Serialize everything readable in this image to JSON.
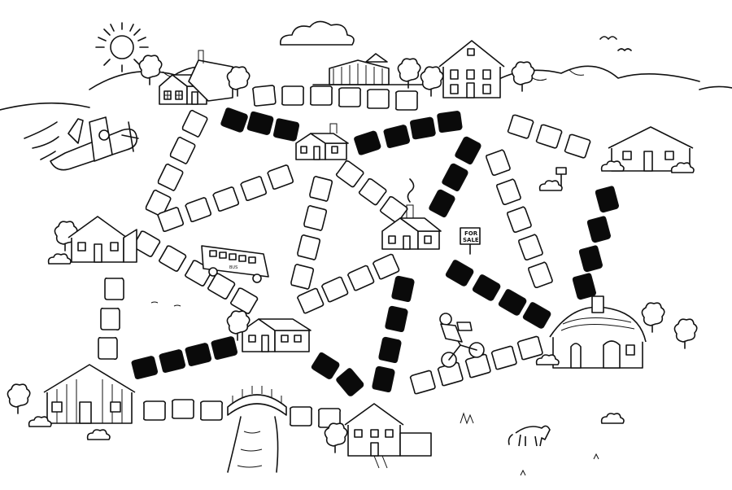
{
  "sign": {
    "line1": "FOR",
    "line2": "SALE"
  },
  "bus": {
    "label": "BUS"
  },
  "palette": {
    "ink": "#111111",
    "paper": "#ffffff",
    "paved": "#0a0a0a"
  },
  "map": {
    "houses": [
      "top-left-farmhouse",
      "top-center-barn",
      "top-right-colonial",
      "center-small-house",
      "right-ranch-house",
      "left-cottage",
      "middle-chimney-house",
      "center-lower-house",
      "bottom-left-lodge",
      "bottom-center-house",
      "bottom-right-storybook-cottage"
    ],
    "stone_paths": 17,
    "paved_paths": 6
  }
}
